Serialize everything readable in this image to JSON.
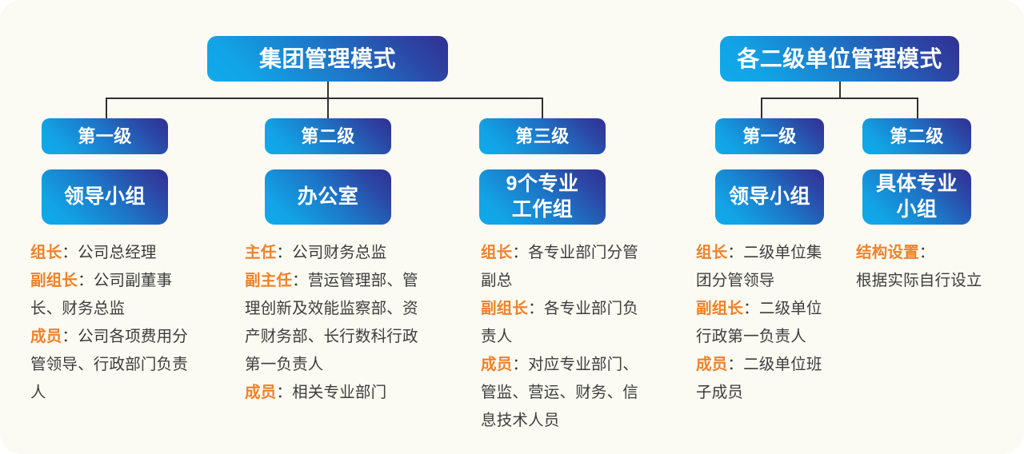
{
  "canvas": {
    "background": "#FBFBF3",
    "accent_gradient_from": "#0FAAEA",
    "accent_gradient_to": "#313093",
    "label_color": "#F0812B",
    "body_color": "#3C3C3C",
    "connector_color": "#323232"
  },
  "groups": [
    {
      "id": "group-corporate",
      "title": "集团管理模式",
      "columns": [
        {
          "level": "第一级",
          "name": "领导小组",
          "name_lines": [
            "领导小组"
          ],
          "entries": [
            {
              "label": "组长",
              "sep": "：",
              "value": "公司总经理"
            },
            {
              "label": "副组长",
              "sep": "：",
              "value": "公司副董事长、财务总监"
            },
            {
              "label": "成员",
              "sep": "：",
              "value": "公司各项费用分管领导、行政部门负责人"
            }
          ]
        },
        {
          "level": "第二级",
          "name": "办公室",
          "name_lines": [
            "办公室"
          ],
          "entries": [
            {
              "label": "主任",
              "sep": "：",
              "value": "公司财务总监"
            },
            {
              "label": "副主任",
              "sep": "：",
              "value": "营运管理部、管理创新及效能监察部、资产财务部、长行数科行政第一负责人"
            },
            {
              "label": "成员",
              "sep": "：",
              "value": "相关专业部门"
            }
          ]
        },
        {
          "level": "第三级",
          "name": "9个专业工作组",
          "name_lines": [
            "9个专业",
            "工作组"
          ],
          "entries": [
            {
              "label": "组长",
              "sep": "：",
              "value": "各专业部门分管副总"
            },
            {
              "label": "副组长",
              "sep": "：",
              "value": "各专业部门负责人"
            },
            {
              "label": "成员",
              "sep": "：",
              "value": "对应专业部门、管监、营运、财务、信息技术人员"
            }
          ]
        }
      ]
    },
    {
      "id": "group-subsidiary",
      "title": "各二级单位管理模式",
      "columns": [
        {
          "level": "第一级",
          "name": "领导小组",
          "name_lines": [
            "领导小组"
          ],
          "entries": [
            {
              "label": "组长",
              "sep": "：",
              "value": "二级单位集团分管领导"
            },
            {
              "label": "副组长",
              "sep": "：",
              "value": "二级单位行政第一负责人"
            },
            {
              "label": "成员",
              "sep": "：",
              "value": "二级单位班子成员"
            }
          ]
        },
        {
          "level": "第二级",
          "name": "具体专业小组",
          "name_lines": [
            "具体专业",
            "小组"
          ],
          "entries": [
            {
              "label": "结构设置",
              "sep": "：",
              "value": "根据实际自行设立"
            }
          ]
        }
      ]
    }
  ]
}
